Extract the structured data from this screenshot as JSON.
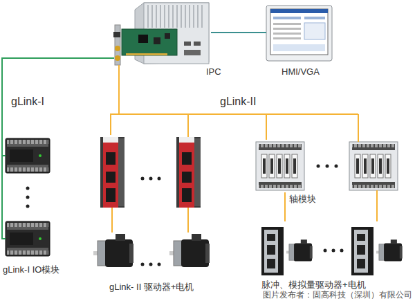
{
  "diagram": {
    "nodes": [
      {
        "text": [
          "IPC"
        ]
      },
      {
        "text": [
          "HMI/VGA"
        ]
      },
      {
        "text": [
          "gLink-I IO模块"
        ]
      },
      {
        "text": [
          "gLink- II 驱动器+电机"
        ]
      },
      {
        "text": [
          "轴模块"
        ]
      },
      {
        "text": [
          "脉冲、模拟量驱动器+电机"
        ]
      }
    ],
    "edges": [
      {
        "from": 0,
        "to": 1,
        "arrow": "none"
      },
      {
        "from": 0,
        "to": 2,
        "label": "gLink-I",
        "arrow": "none"
      },
      {
        "from": 0,
        "to": 3,
        "arrow": "none"
      },
      {
        "from": 0,
        "to": 4,
        "label": "gLink-II",
        "arrow": "none"
      },
      {
        "from": 4,
        "to": 5,
        "arrow": "none"
      }
    ],
    "labels": [
      "图片发布者：固高科技（深圳）有限公司"
    ]
  }
}
